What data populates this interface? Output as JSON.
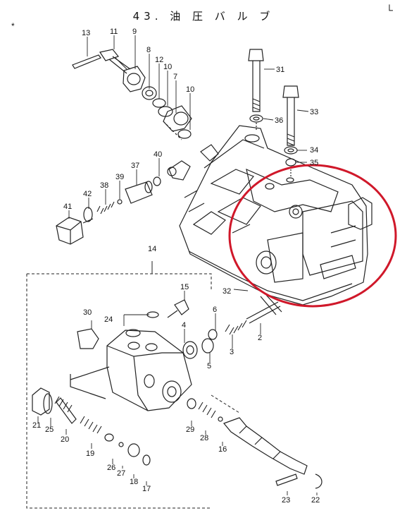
{
  "title": "43. 油 圧 バ ル ブ",
  "corner_mark": "└",
  "dot_mark": "*",
  "highlight_color": "#d0182a",
  "parts": [
    {
      "id": "p13",
      "label": "13"
    },
    {
      "id": "p11",
      "label": "11"
    },
    {
      "id": "p9",
      "label": "9"
    },
    {
      "id": "p8",
      "label": "8"
    },
    {
      "id": "p12",
      "label": "12"
    },
    {
      "id": "p10a",
      "label": "10"
    },
    {
      "id": "p7",
      "label": "7"
    },
    {
      "id": "p10b",
      "label": "10"
    },
    {
      "id": "p31",
      "label": "31"
    },
    {
      "id": "p36",
      "label": "36"
    },
    {
      "id": "p33",
      "label": "33"
    },
    {
      "id": "p34",
      "label": "34"
    },
    {
      "id": "p35",
      "label": "35"
    },
    {
      "id": "p40",
      "label": "40"
    },
    {
      "id": "p37",
      "label": "37"
    },
    {
      "id": "p39",
      "label": "39"
    },
    {
      "id": "p38",
      "label": "38"
    },
    {
      "id": "p42",
      "label": "42"
    },
    {
      "id": "p41",
      "label": "41"
    },
    {
      "id": "p14",
      "label": "14"
    },
    {
      "id": "p15",
      "label": "15"
    },
    {
      "id": "p32",
      "label": "32"
    },
    {
      "id": "p30",
      "label": "30"
    },
    {
      "id": "p24",
      "label": "24"
    },
    {
      "id": "p6",
      "label": "6"
    },
    {
      "id": "p4",
      "label": "4"
    },
    {
      "id": "p2",
      "label": "2"
    },
    {
      "id": "p3",
      "label": "3"
    },
    {
      "id": "p5",
      "label": "5"
    },
    {
      "id": "p21",
      "label": "21"
    },
    {
      "id": "p25",
      "label": "25"
    },
    {
      "id": "p20",
      "label": "20"
    },
    {
      "id": "p19",
      "label": "19"
    },
    {
      "id": "p26",
      "label": "26"
    },
    {
      "id": "p27",
      "label": "27"
    },
    {
      "id": "p18",
      "label": "18"
    },
    {
      "id": "p17",
      "label": "17"
    },
    {
      "id": "p29",
      "label": "29"
    },
    {
      "id": "p28",
      "label": "28"
    },
    {
      "id": "p16",
      "label": "16"
    },
    {
      "id": "p23",
      "label": "23"
    },
    {
      "id": "p22",
      "label": "22"
    }
  ]
}
